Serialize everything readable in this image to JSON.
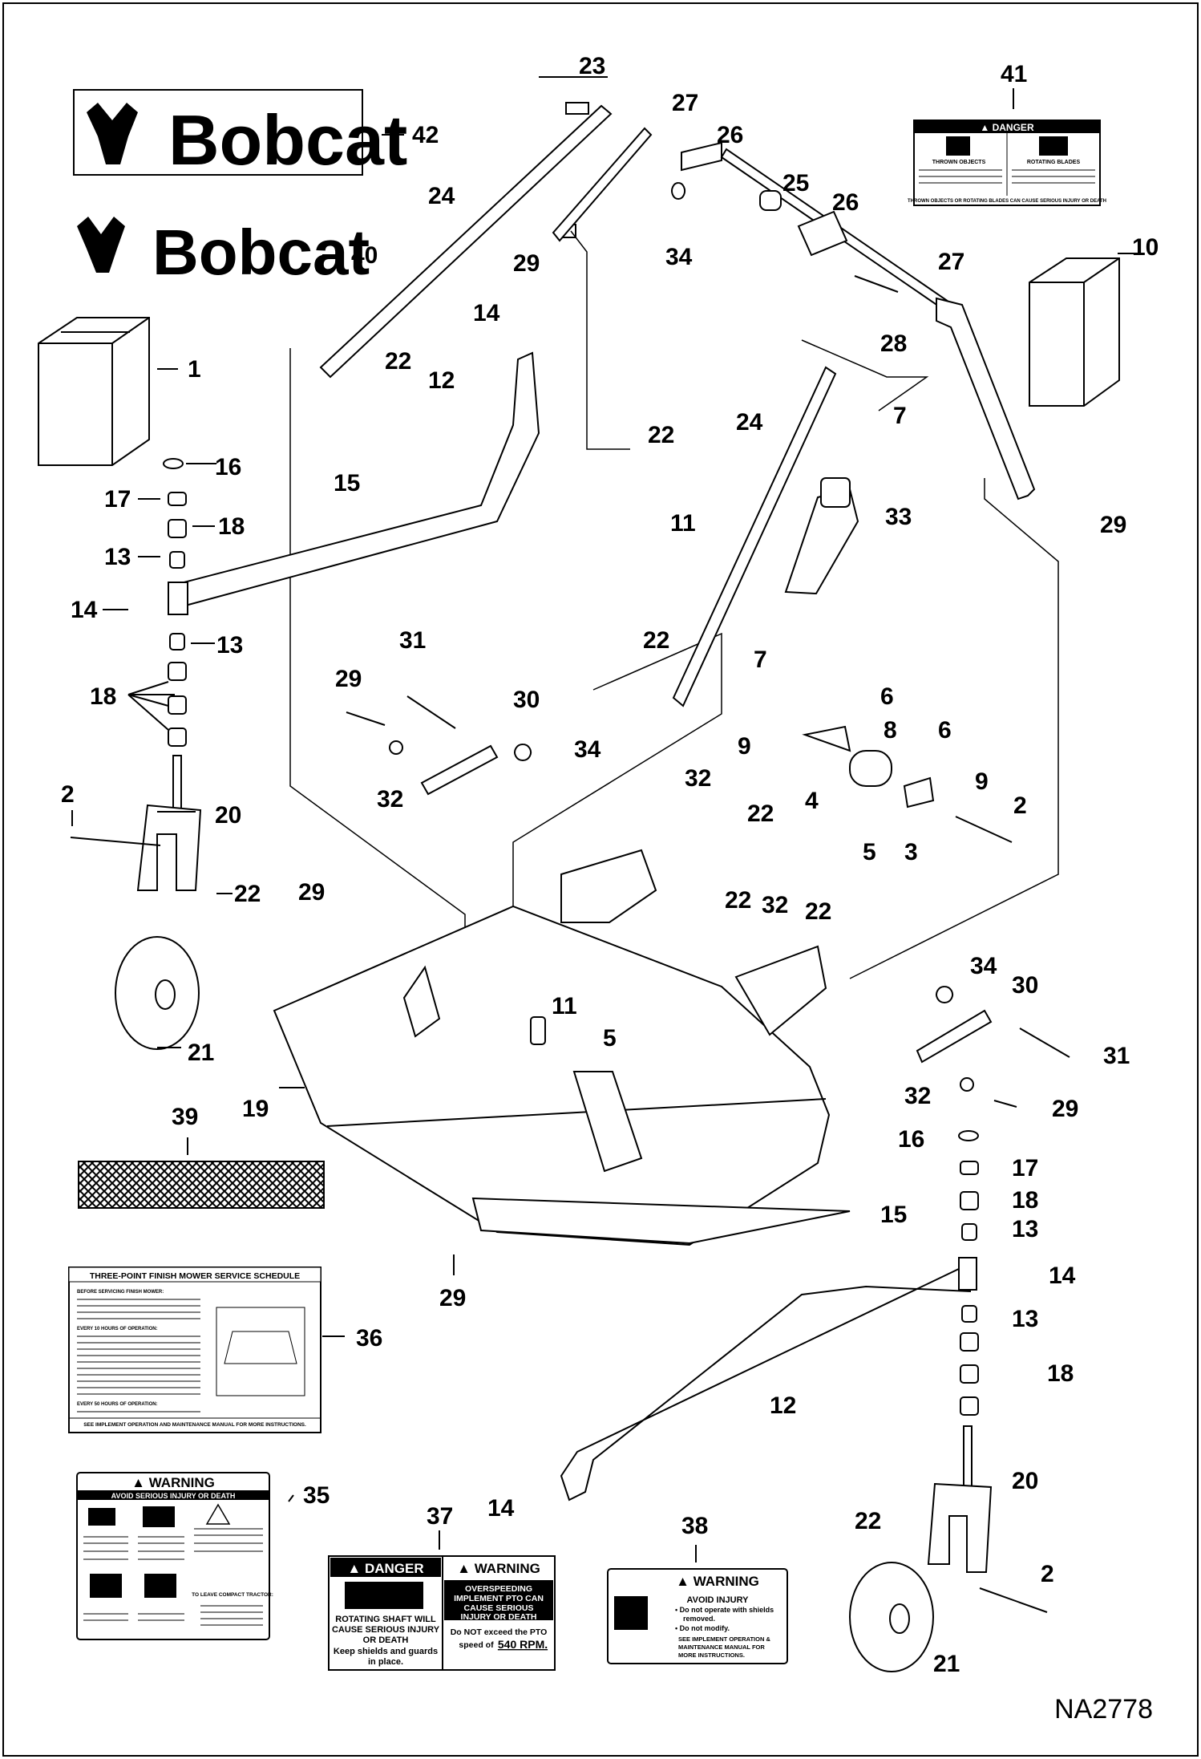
{
  "drawing_ref": "NA2778",
  "brand": {
    "logo_text": "Bobcat"
  },
  "callouts": {
    "c1": "1",
    "c2a": "2",
    "c2b": "2",
    "c2c": "2",
    "c3": "3",
    "c4": "4",
    "c5a": "5",
    "c5b": "5",
    "c6a": "6",
    "c6b": "6",
    "c7a": "7",
    "c7b": "7",
    "c8": "8",
    "c9a": "9",
    "c9b": "9",
    "c10": "10",
    "c11a": "11",
    "c11b": "11",
    "c12a": "12",
    "c12b": "12",
    "c13a": "13",
    "c13b": "13",
    "c13c": "13",
    "c13d": "13",
    "c14a": "14",
    "c14b": "14",
    "c14c": "14",
    "c14d": "14",
    "c15a": "15",
    "c15b": "15",
    "c16a": "16",
    "c16b": "16",
    "c17a": "17",
    "c17b": "17",
    "c18a": "18",
    "c18b": "18",
    "c18c": "18",
    "c18d": "18",
    "c19": "19",
    "c20a": "20",
    "c20b": "20",
    "c21a": "21",
    "c21b": "21",
    "c22a": "22",
    "c22b": "22",
    "c22c": "22",
    "c22d": "22",
    "c22e": "22",
    "c22f": "22",
    "c22g": "22",
    "c22h": "22",
    "c23": "23",
    "c24a": "24",
    "c24b": "24",
    "c25": "25",
    "c26a": "26",
    "c26b": "26",
    "c27a": "27",
    "c27b": "27",
    "c28": "28",
    "c29a": "29",
    "c29b": "29",
    "c29c": "29",
    "c29d": "29",
    "c29e": "29",
    "c29f": "29",
    "c30a": "30",
    "c30b": "30",
    "c31a": "31",
    "c31b": "31",
    "c32a": "32",
    "c32b": "32",
    "c32c": "32",
    "c32d": "32",
    "c33": "33",
    "c34a": "34",
    "c34b": "34",
    "c34c": "34",
    "c35": "35",
    "c36": "36",
    "c37": "37",
    "c38": "38",
    "c39": "39",
    "c40": "40",
    "c41": "41",
    "c42": "42"
  },
  "decals": {
    "danger_41": {
      "header": "▲ DANGER",
      "left_title": "THROWN OBJECTS",
      "right_title": "ROTATING BLADES",
      "footer": "THROWN OBJECTS OR ROTATING BLADES CAN CAUSE SERIOUS INJURY OR DEATH"
    },
    "schedule_36": {
      "title": "THREE-POINT FINISH MOWER SERVICE SCHEDULE",
      "section1": "BEFORE SERVICING FINISH MOWER:",
      "section2": "EVERY 10 HOURS OF OPERATION:",
      "section3": "EVERY 50 HOURS OF OPERATION:",
      "footer": "SEE IMPLEMENT OPERATION AND MAINTENANCE MANUAL FOR MORE INSTRUCTIONS."
    },
    "warning_35": {
      "header": "▲ WARNING",
      "subheader": "AVOID SERIOUS INJURY OR DEATH",
      "box_title": "TO LEAVE COMPACT TRACTOR:"
    },
    "danger_37": {
      "header": "▲ DANGER",
      "line1": "ROTATING SHAFT WILL",
      "line2": "CAUSE SERIOUS INJURY",
      "line3": "OR DEATH",
      "line4": "Keep shields and guards",
      "line5": "in place."
    },
    "warning_37": {
      "header": "▲ WARNING",
      "line1": "OVERSPEEDING",
      "line2": "IMPLEMENT PTO CAN",
      "line3": "CAUSE SERIOUS",
      "line4": "INJURY OR DEATH",
      "line5": "Do NOT exceed the PTO",
      "line6": "speed of",
      "speed": "540 RPM."
    },
    "warning_38": {
      "header": "▲ WARNING",
      "subheader": "AVOID INJURY",
      "b1": "• Do not operate with shields",
      "b1b": "removed.",
      "b2": "• Do not modify.",
      "b3": "SEE IMPLEMENT OPERATION &",
      "b3b": "MAINTENANCE MANUAL FOR",
      "b3c": "MORE INSTRUCTIONS."
    }
  },
  "colors": {
    "ink": "#000000",
    "paper": "#ffffff",
    "shade": "#888888"
  }
}
